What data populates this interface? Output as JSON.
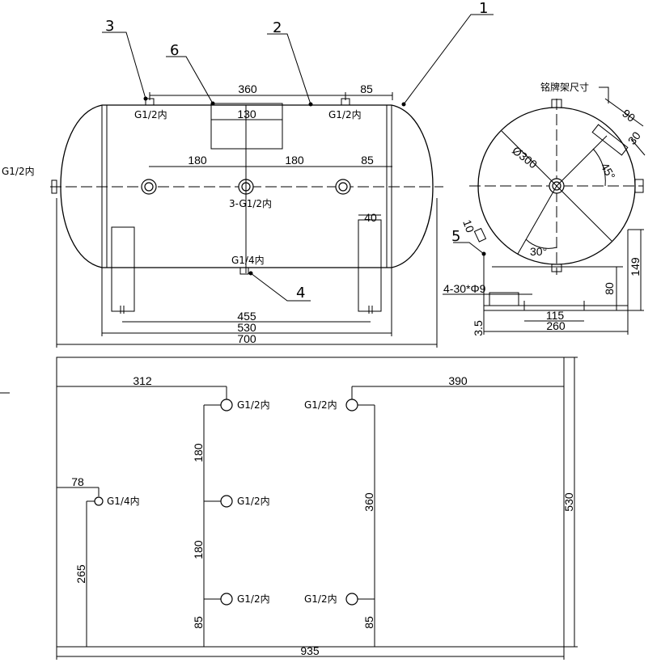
{
  "front_view": {
    "top_dims": [
      "360",
      "85"
    ],
    "plate_width": "130",
    "nozzle_dims": [
      "180",
      "180",
      "85"
    ],
    "base_dims": [
      "455",
      "530",
      "700"
    ],
    "foot_width": "40",
    "labels": {
      "left_port": "G1/2内",
      "top_left_port": "G1/2内",
      "top_right_port": "G1/2内",
      "center_ports": "3-G1/2内",
      "bottom_port": "G1/4内"
    },
    "leaders": [
      "1",
      "2",
      "3",
      "4",
      "6"
    ]
  },
  "side_view": {
    "nameplate_label": "铭牌架尺寸",
    "nameplate_dims": [
      "90",
      "30"
    ],
    "diameter": "Ø300",
    "angle_top": "45°",
    "angle_bottom": "30°",
    "pad_dim": "10",
    "leader": "5",
    "bolt_spec": "4-30*Φ9",
    "height_dims": [
      "149",
      "80"
    ],
    "base_dims": [
      "115",
      "260"
    ],
    "thickness": "3.5"
  },
  "plan_view": {
    "dims": {
      "top_left": "312",
      "top_right": "390",
      "left_x": "78",
      "v_180_a": "180",
      "v_180_b": "180",
      "v_85_left": "85",
      "v_265": "265",
      "v_360": "360",
      "v_85_right": "85",
      "height": "530",
      "width": "935"
    },
    "ports": {
      "p_top_left": "G1/2内",
      "p_top_right": "G1/2内",
      "p_mid_left": "G1/2内",
      "p_small": "G1/4内",
      "p_bot_left": "G1/2内",
      "p_bot_right": "G1/2内"
    }
  }
}
